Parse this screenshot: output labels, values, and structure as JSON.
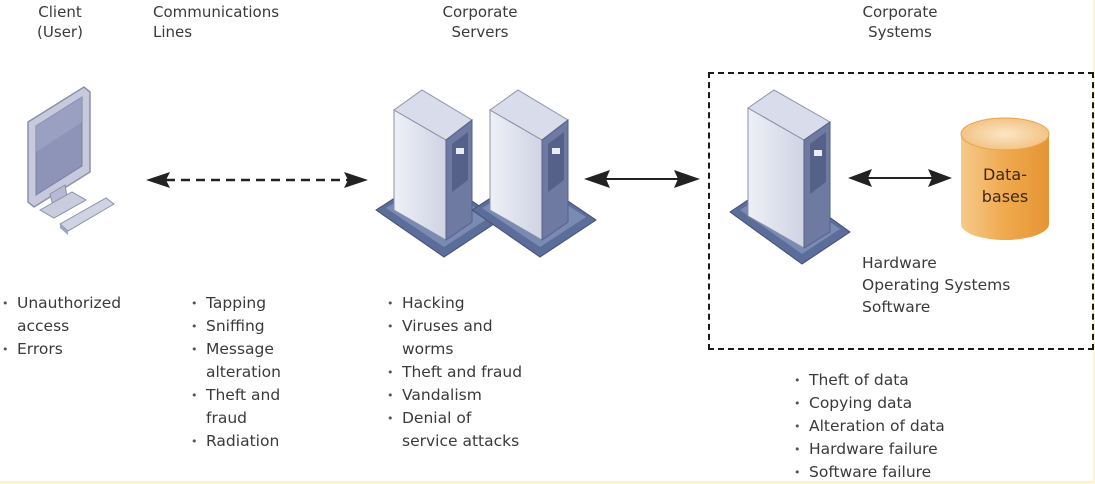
{
  "headers": {
    "client": "Client\n(User)",
    "communications": "Communications\nLines",
    "servers": "Corporate\nServers",
    "systems": "Corporate\nSystems"
  },
  "icons": {
    "client": "desktop-computer-icon",
    "servers": "tower-server-icon",
    "systems_server": "tower-server-icon",
    "database": "database-cylinder-icon",
    "comm_link": "dashed-double-arrow",
    "server_link": "solid-double-arrow",
    "db_link": "solid-double-arrow"
  },
  "database_label": "Data-\nbases",
  "systems_box_labels": [
    "Hardware",
    "Operating Systems",
    "Software"
  ],
  "threats": {
    "client": [
      "Unauthorized\naccess",
      "Errors"
    ],
    "communications": [
      "Tapping",
      "Sniffing",
      "Message\nalteration",
      "Theft and\nfraud",
      "Radiation"
    ],
    "servers": [
      "Hacking",
      "Viruses and\nworms",
      "Theft and fraud",
      "Vandalism",
      "Denial of\nservice attacks"
    ],
    "systems": [
      "Theft of data",
      "Copying data",
      "Alteration of data",
      "Hardware failure",
      "Software failure"
    ]
  },
  "colors": {
    "database_fill": "#f0a94e",
    "server_body": "#dfe1ec",
    "server_base": "#5b6d98",
    "frame_border": "#fbf7c8"
  }
}
